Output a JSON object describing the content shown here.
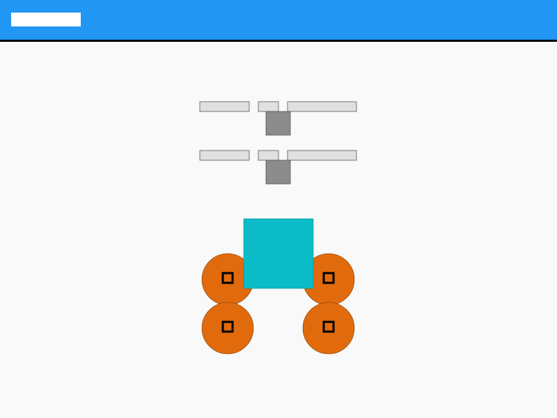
{
  "app": {
    "title": ""
  },
  "colors": {
    "header": "#2196f3",
    "header_border": "#000000",
    "background": "#f9f9f9",
    "shelf": "#e0e0e0",
    "shelf_border": "#555555",
    "block": "#8c8c8c",
    "body": "#0bbcc8",
    "wheel": "#e06a0c",
    "wheel_border": "#7a3a00",
    "hub": "#000000",
    "axle": "#4a90c2"
  },
  "scene": {
    "shelves": [
      {
        "name": "upper-shelf"
      },
      {
        "name": "lower-shelf"
      }
    ],
    "vehicle": {
      "body": "body",
      "wheels": [
        "front-left-wheel",
        "front-right-wheel",
        "rear-left-wheel",
        "rear-right-wheel"
      ]
    }
  }
}
